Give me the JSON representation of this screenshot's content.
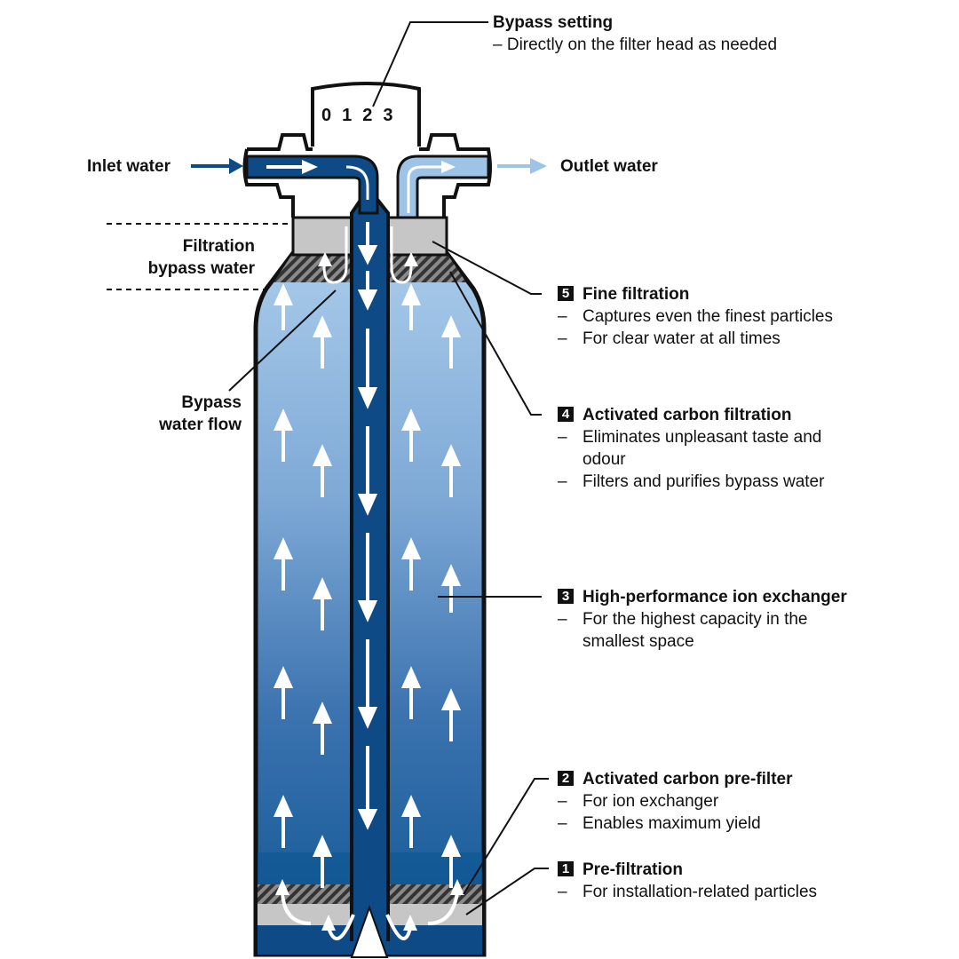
{
  "diagram": {
    "bypass_setting": {
      "title": "Bypass setting",
      "description": "– Directly on the filter head as needed",
      "dial_positions": [
        "0",
        "1",
        "2",
        "3"
      ]
    },
    "inlet_label": "Inlet water",
    "outlet_label": "Outlet water",
    "filtration_bypass_label": [
      "Filtration",
      "bypass water"
    ],
    "bypass_flow_label": [
      "Bypass",
      "water flow"
    ],
    "stages": [
      {
        "number": "5",
        "title": "Fine filtration",
        "bullets": [
          "Captures even the finest particles",
          "For clear water at all times"
        ]
      },
      {
        "number": "4",
        "title": "Activated carbon filtration",
        "bullets": [
          "Eliminates unpleasant taste and odour",
          "Filters and purifies bypass water"
        ]
      },
      {
        "number": "3",
        "title": "High-performance ion exchanger",
        "bullets": [
          "For the highest capacity in the smallest space"
        ]
      },
      {
        "number": "2",
        "title": "Activated carbon pre-filter",
        "bullets": [
          "For ion exchanger",
          "Enables maximum yield"
        ]
      },
      {
        "number": "1",
        "title": "Pre-filtration",
        "bullets": [
          "For installation-related particles"
        ]
      }
    ],
    "dash_glyph": "–",
    "colors": {
      "dark_blue": "#0d4a86",
      "light_blue": "#9dc3e6",
      "mid_blue": "#2f6aa8",
      "filter_gray": "#c6c6c6",
      "carbon_hatch": "#555555"
    }
  }
}
